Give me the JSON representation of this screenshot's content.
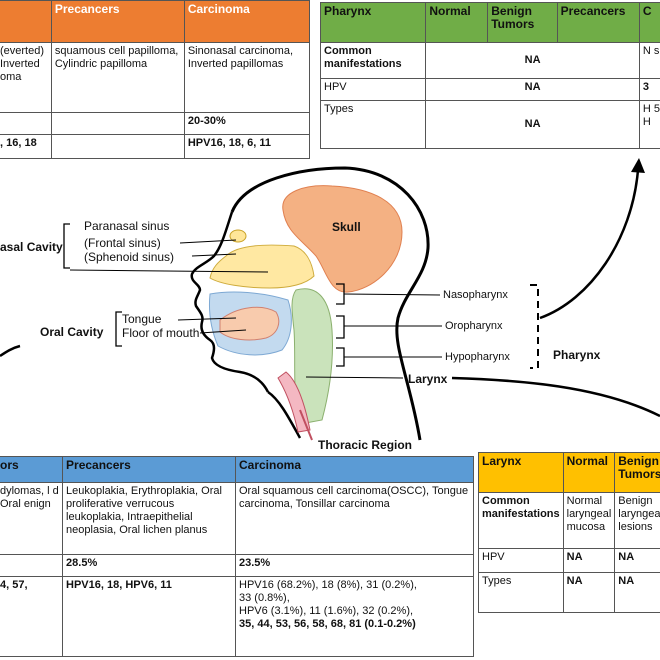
{
  "sinonasal_table": {
    "headers": [
      "",
      "Precancers",
      "Carcinoma"
    ],
    "row1": [
      "(everted) Inverted oma",
      "squamous cell papilloma, Cylindric papilloma",
      "Sinonasal carcinoma, Inverted papillomas"
    ],
    "row2": [
      "",
      "",
      "20-30%"
    ],
    "row3": [
      ", 16, 18",
      "",
      "HPV16, 18, 6, 11"
    ],
    "header_color": "#ED7D31"
  },
  "pharynx_table": {
    "headers": [
      "Pharynx",
      "Normal",
      "Benign Tumors",
      "Precancers",
      "C"
    ],
    "rows": [
      {
        "label": "Common manifestations",
        "normal": "NA",
        "last": "N s"
      },
      {
        "label": "HPV",
        "normal": "NA",
        "last": "3"
      },
      {
        "label": "Types",
        "normal": "NA",
        "last": "H 5 H"
      }
    ],
    "header_color": "#70AD47"
  },
  "oral_table": {
    "headers": [
      "ors",
      "Precancers",
      "Carcinoma"
    ],
    "row1": [
      "dylomas, l d Oral enign",
      "Leukoplakia, Erythroplakia, Oral proliferative verrucous leukoplakia, Intraepithelial neoplasia, Oral lichen planus",
      "Oral squamous cell carcinoma(OSCC), Tongue carcinoma, Tonsillar carcinoma"
    ],
    "row2": [
      "",
      "28.5%",
      "23.5%"
    ],
    "row3_col0": "4, 57,",
    "row3_col1": "HPV16, 18, HPV6, 11",
    "row3_col2_lines": [
      "HPV16 (68.2%), 18 (8%), 31 (0.2%),",
      "33 (0.8%),",
      "HPV6 (3.1%), 11 (1.6%), 32 (0.2%),",
      "35, 44, 53, 56, 58, 68, 81 (0.1-0.2%)"
    ],
    "header_color": "#5B9BD5"
  },
  "larynx_table": {
    "headers": [
      "Larynx",
      "Normal",
      "Benign Tumors"
    ],
    "rows": [
      {
        "label": "Common manifestations",
        "normal": "Normal laryngeal mucosa",
        "benign": "Benign laryngeal lesions"
      },
      {
        "label": "HPV",
        "normal": "NA",
        "benign": "NA"
      },
      {
        "label": "Types",
        "normal": "NA",
        "benign": "NA"
      }
    ],
    "header_color": "#FFC000"
  },
  "diagram": {
    "skull": "Skull",
    "nasal_cavity": "asal Cavity",
    "paranasal_sinus": "Paranasal sinus",
    "frontal_sinus": "(Frontal sinus)",
    "sphenoid_sinus": "(Sphenoid sinus)",
    "oral_cavity": "Oral Cavity",
    "tongue": "Tongue",
    "floor_of_mouth": "Floor of mouth",
    "nasopharynx": "Nasopharynx",
    "oropharynx": "Oropharynx",
    "hypopharynx": "Hypopharynx",
    "pharynx": "Pharynx",
    "larynx": "Larynx",
    "thoracic_region": "Thoracic Region"
  }
}
